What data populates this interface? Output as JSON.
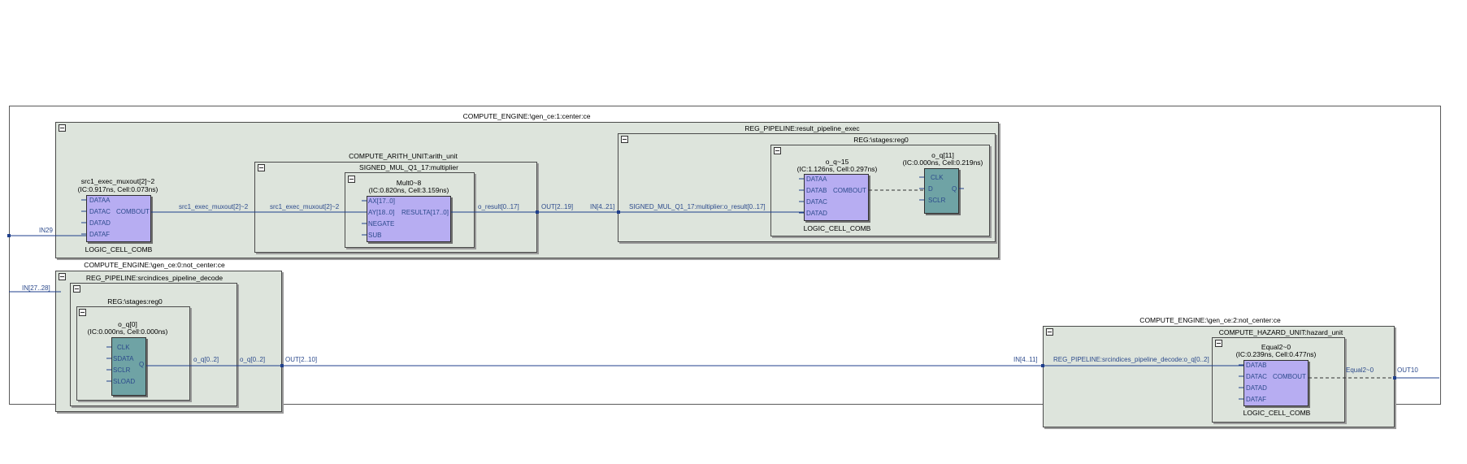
{
  "colors": {
    "wire": "#1f3f8c",
    "comb_cell": "#b7adf2",
    "reg_cell": "#6fa3a5",
    "hier_box": "#dde4dc",
    "label_blue": "#2c4a8c"
  },
  "icons": {
    "collapse": "collapse-box-icon"
  },
  "center": {
    "title": "COMPUTE_ENGINE:\\gen_ce:1:center:ce",
    "src_cell": {
      "name": "src1_exec_muxout[2]~2",
      "timing": "(IC:0.917ns, Cell:0.073ns)",
      "ports": [
        "DATAA",
        "DATAC",
        "DATAD",
        "DATAF"
      ],
      "out_port": "COMBOUT",
      "type": "LOGIC_CELL_COMB"
    },
    "arith_unit": {
      "title": "COMPUTE_ARITH_UNIT:arith_unit",
      "multiplier_title": "SIGNED_MUL_Q1_17:multiplier",
      "mult_cell": {
        "name": "Mult0~8",
        "timing": "(IC:0.820ns, Cell:3.159ns)",
        "ports": [
          "AX[17..0]",
          "AY[18..0]",
          "NEGATE",
          "SUB"
        ],
        "out_port": "RESULTA[17..0]"
      }
    },
    "result_pipeline": {
      "title": "REG_PIPELINE:result_pipeline_exec",
      "stages_title": "REG:\\stages:reg0",
      "comb_cell": {
        "name": "o_q~15",
        "timing": "(IC:1.126ns, Cell:0.297ns)",
        "ports": [
          "DATAA",
          "DATAB",
          "DATAC",
          "DATAD"
        ],
        "out_port": "COMBOUT",
        "type": "LOGIC_CELL_COMB"
      },
      "reg_cell": {
        "name": "o_q[11]",
        "timing": "(IC:0.000ns, Cell:0.219ns)",
        "ports": [
          "CLK",
          "D",
          "SCLR"
        ],
        "out_port": "Q"
      }
    },
    "signals": {
      "in29": "IN29",
      "src1_a": "src1_exec_muxout[2]~2",
      "src1_b": "src1_exec_muxout[2]~2",
      "o_result": "o_result[0..17]",
      "out_2_19": "OUT[2..19]",
      "in_4_21": "IN[4..21]",
      "mul_result": "SIGNED_MUL_Q1_17:multiplier:o_result[0..17]"
    }
  },
  "not_center0": {
    "title": "COMPUTE_ENGINE:\\gen_ce:0:not_center:ce",
    "pipeline_title": "REG_PIPELINE:srcindices_pipeline_decode",
    "stages_title": "REG:\\stages:reg0",
    "reg_cell": {
      "name": "o_q[0]",
      "timing": "(IC:0.000ns, Cell:0.000ns)",
      "ports": [
        "CLK",
        "SDATA",
        "SCLR",
        "SLOAD"
      ],
      "out_port": "Q"
    },
    "signals": {
      "in_27_28": "IN[27..28]",
      "oq_a": "o_q[0..2]",
      "oq_b": "o_q[0..2]",
      "out_2_10": "OUT[2..10]"
    }
  },
  "not_center2": {
    "title": "COMPUTE_ENGINE:\\gen_ce:2:not_center:ce",
    "hazard_title": "COMPUTE_HAZARD_UNIT:hazard_unit",
    "comb_cell": {
      "name": "Equal2~0",
      "timing": "(IC:0.239ns, Cell:0.477ns)",
      "ports": [
        "DATAB",
        "DATAC",
        "DATAD",
        "DATAF"
      ],
      "out_port": "COMBOUT",
      "type": "LOGIC_CELL_COMB"
    },
    "signals": {
      "in_4_11": "IN[4..11]",
      "decode_oq": "REG_PIPELINE:srcindices_pipeline_decode:o_q[0..2]",
      "equal": "Equal2~0",
      "out10": "OUT10"
    }
  }
}
